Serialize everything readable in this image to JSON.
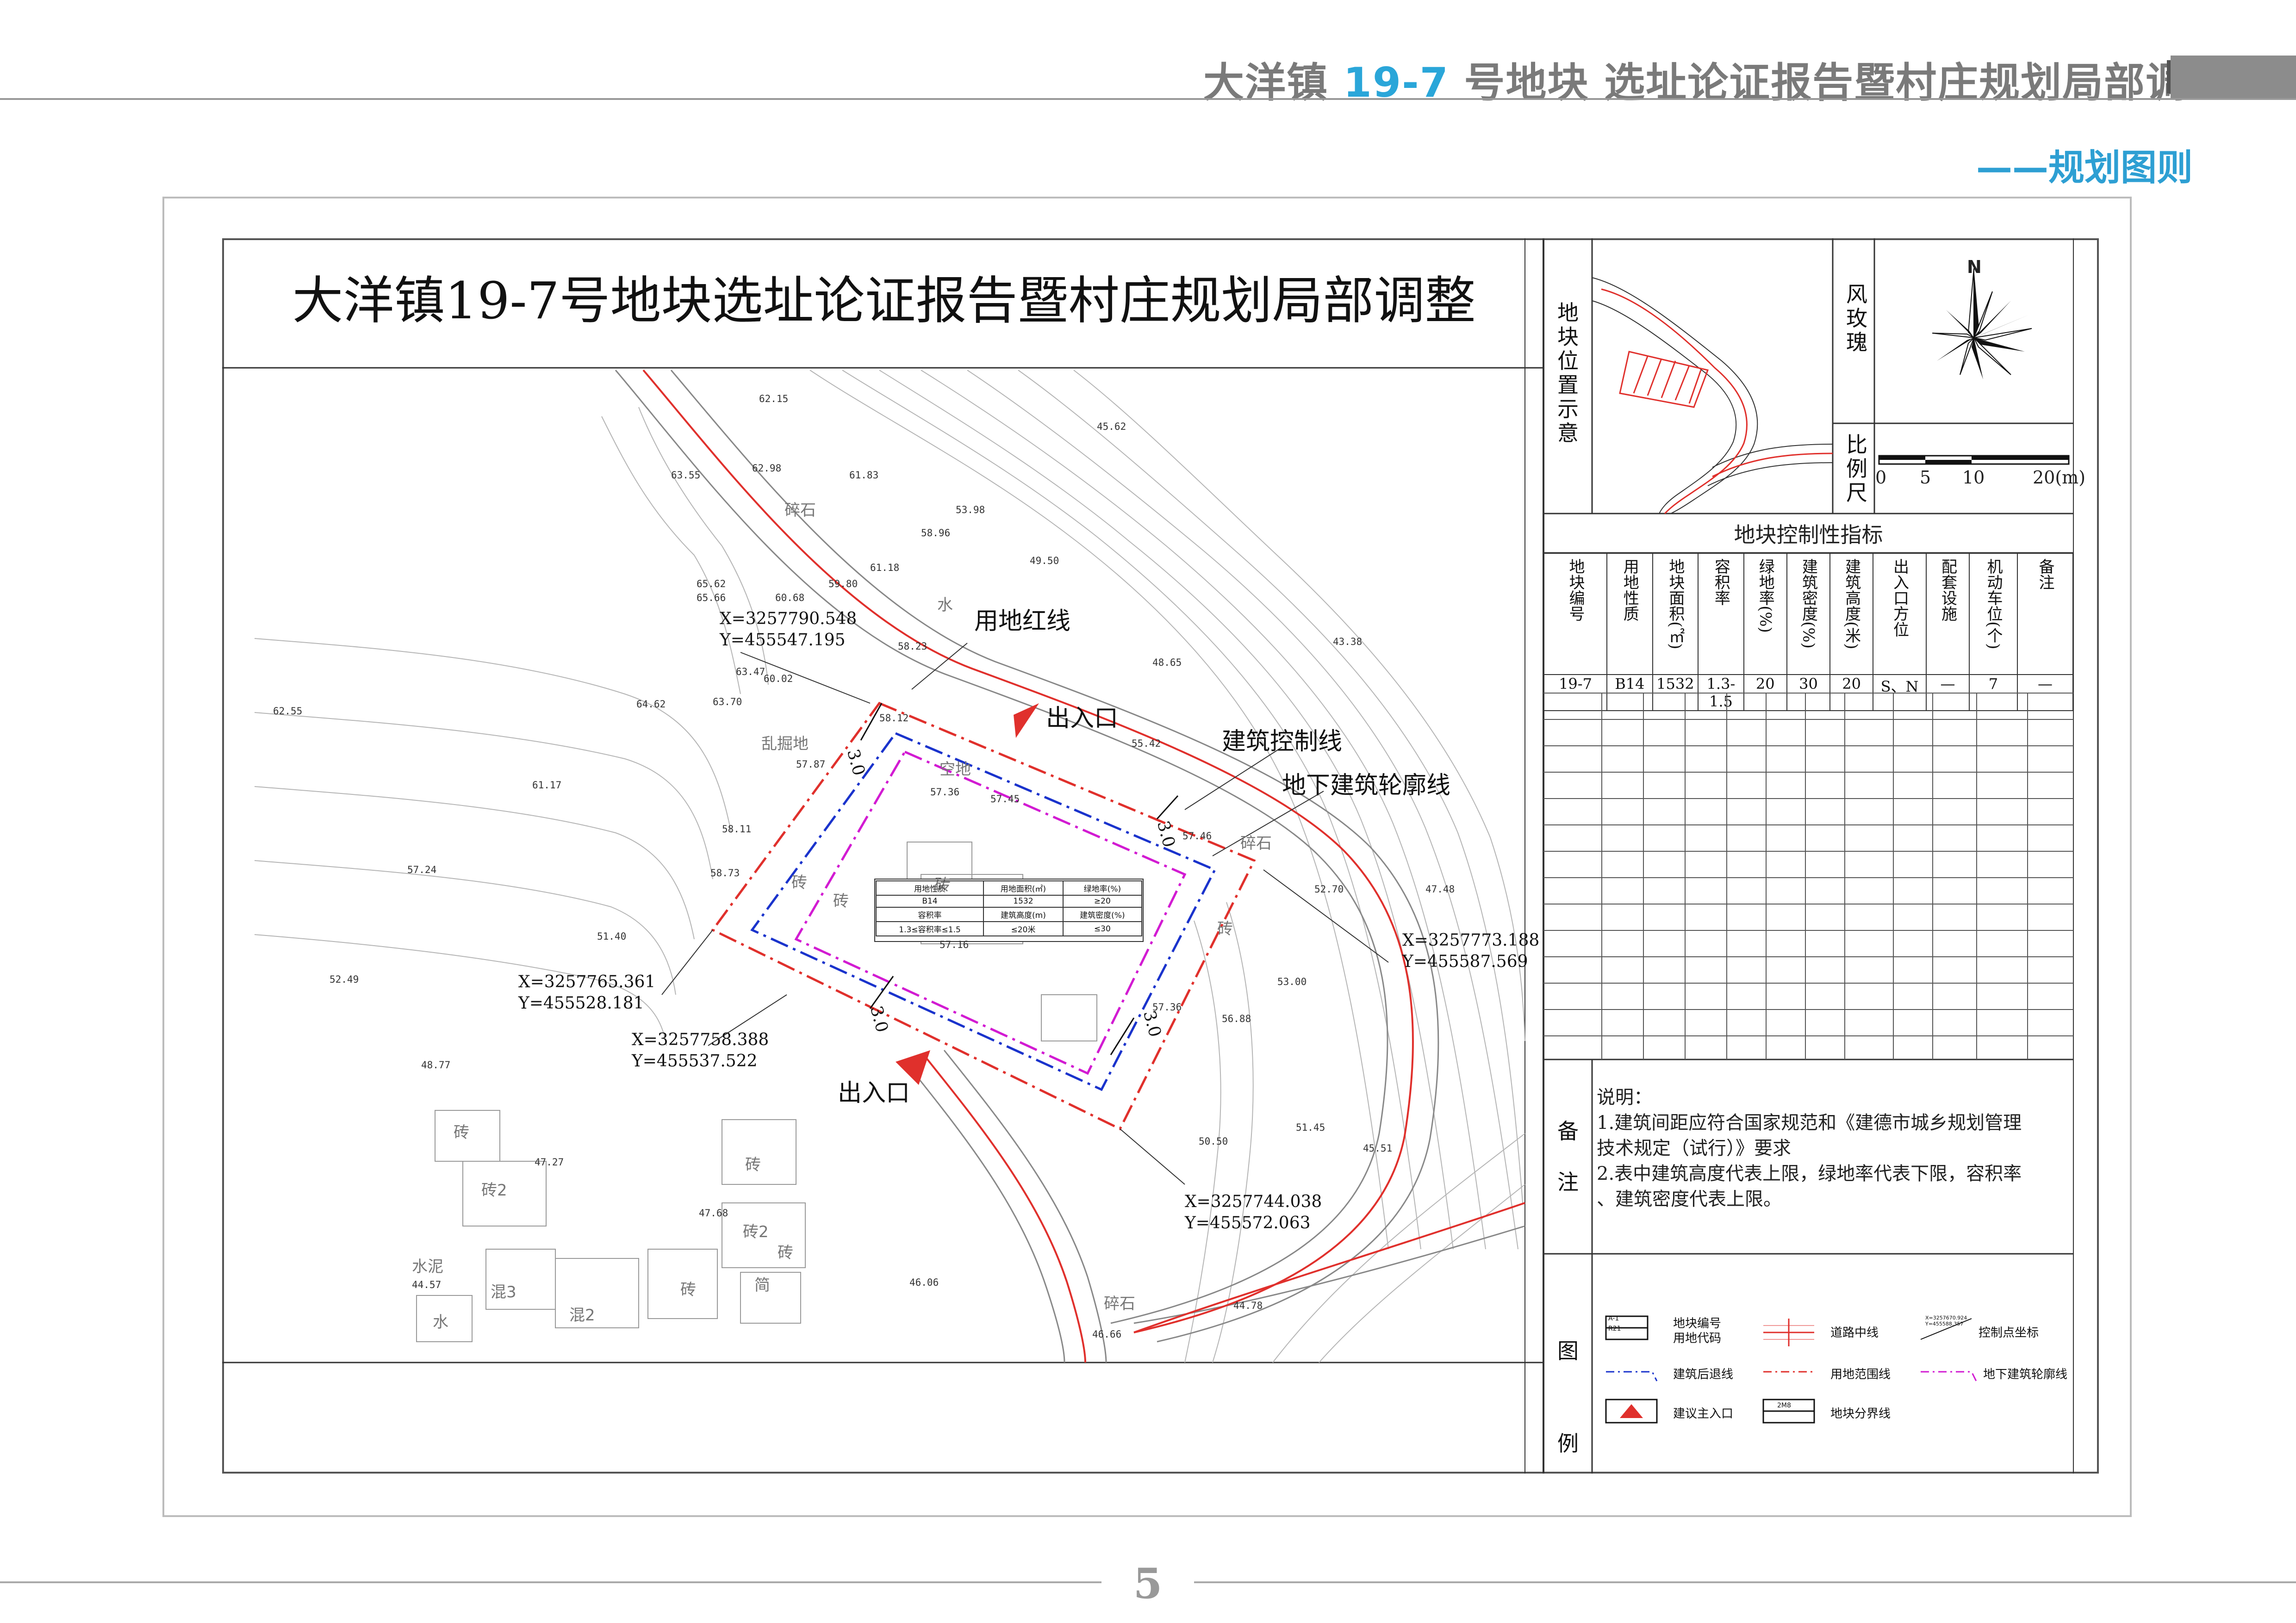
{
  "header": {
    "title_prefix": "大洋镇 ",
    "title_num": "19-7",
    "title_mid": " 号地块",
    "title_suffix": " 选址论证报告暨村庄规划局部调整",
    "section": "——规划图则",
    "accent_color": "#2aa6d9"
  },
  "drawing": {
    "title": "大洋镇19-7号地块选址论证报告暨村庄规划局部调整",
    "labels": {
      "red_line": "用地红线",
      "entrance_top": "出入口",
      "entrance_bottom": "出入口",
      "build_control": "建筑控制线",
      "underground": "地下建筑轮廓线",
      "setback_1": "3.0",
      "setback_2": "3.0",
      "setback_3": "3.0",
      "setback_4": "3.0"
    },
    "coords": [
      {
        "x": "X=3257790.548",
        "y": "Y=455547.195"
      },
      {
        "x": "X=3257773.188",
        "y": "Y=455587.569"
      },
      {
        "x": "X=3257765.361",
        "y": "Y=455528.181"
      },
      {
        "x": "X=3257758.388",
        "y": "Y=455537.522"
      },
      {
        "x": "X=3257744.038",
        "y": "Y=455572.063"
      }
    ],
    "elevations": [
      "62.15",
      "45.62",
      "63.55",
      "62.98",
      "61.83",
      "53.98",
      "58.96",
      "49.50",
      "65.62",
      "65.66",
      "61.18",
      "59.80",
      "60.68",
      "58.23",
      "43.38",
      "63.47",
      "60.02",
      "48.65",
      "62.55",
      "64.62",
      "63.70",
      "58.12",
      "55.42",
      "57.87",
      "57.36",
      "57.45",
      "61.17",
      "58.11",
      "57.46",
      "52.70",
      "57.24",
      "58.73",
      "47.48",
      "51.40",
      "57.16",
      "53.00",
      "52.49",
      "57.36",
      "56.88",
      "48.77",
      "50.50",
      "47.27",
      "51.45",
      "45.51",
      "47.68",
      "46.06",
      "44.57",
      "46.66",
      "44.78"
    ],
    "terrain_text": [
      "碎石",
      "水",
      "乱掘地",
      "空地",
      "砖",
      "砖",
      "砖",
      "砖",
      "碎石",
      "砖",
      "砖2",
      "砖",
      "砖2",
      "水泥",
      "混3",
      "混2",
      "砖",
      "简",
      "水",
      "碎石",
      "砖"
    ],
    "mini_table": {
      "h1": [
        "用地性质",
        "用地面积(㎡)",
        "绿地率(%)"
      ],
      "r1": [
        "B14",
        "1532",
        "≥20"
      ],
      "h2": [
        "容积率",
        "建筑高度(m)",
        "建筑密度(%)"
      ],
      "r2": [
        "1.3≤容积率≤1.5",
        "≤20米",
        "≤30"
      ]
    }
  },
  "panel": {
    "location_label": "地块位置示意",
    "wind_label": "风玫瑰",
    "north": "N",
    "scale_label": "比例尺",
    "scale_ticks": [
      "0",
      "5",
      "10",
      "20(m)"
    ],
    "index_title": "地块控制性指标",
    "columns": [
      "地块编号",
      "用地性质",
      "地块面积(㎡)",
      "容积率",
      "绿地率(%)",
      "建筑密度(%)",
      "建筑高度(米)",
      "出入口方位",
      "配套设施",
      "机动车位(个)",
      "备注"
    ],
    "row": [
      "19-7",
      "B14",
      "1532",
      "1.3-1.5",
      "20",
      "30",
      "20",
      "S、N",
      "—",
      "7",
      "—"
    ],
    "notes_label": "备注",
    "notes": [
      "说明：",
      "1.建筑间距应符合国家规范和《建德市城乡规划管理",
      "技术规定（试行）》要求",
      "2.表中建筑高度代表上限，绿地率代表下限，容积率",
      "、建筑密度代表上限。"
    ],
    "legend_label": "图例",
    "legend": [
      {
        "name": "地块编号\n用地代码",
        "sym1": "A-1",
        "sym2": "R21"
      },
      {
        "name": "道路中线"
      },
      {
        "name": "控制点坐标",
        "sym1": "X=3257670.924",
        "sym2": "Y=455588.357"
      },
      {
        "name": "建筑后退线"
      },
      {
        "name": "用地范围线"
      },
      {
        "name": "地下建筑轮廓线"
      },
      {
        "name": "建议主入口"
      },
      {
        "name": "地块分界线",
        "sym1": "2M8"
      }
    ]
  },
  "footer": {
    "page": "5"
  }
}
